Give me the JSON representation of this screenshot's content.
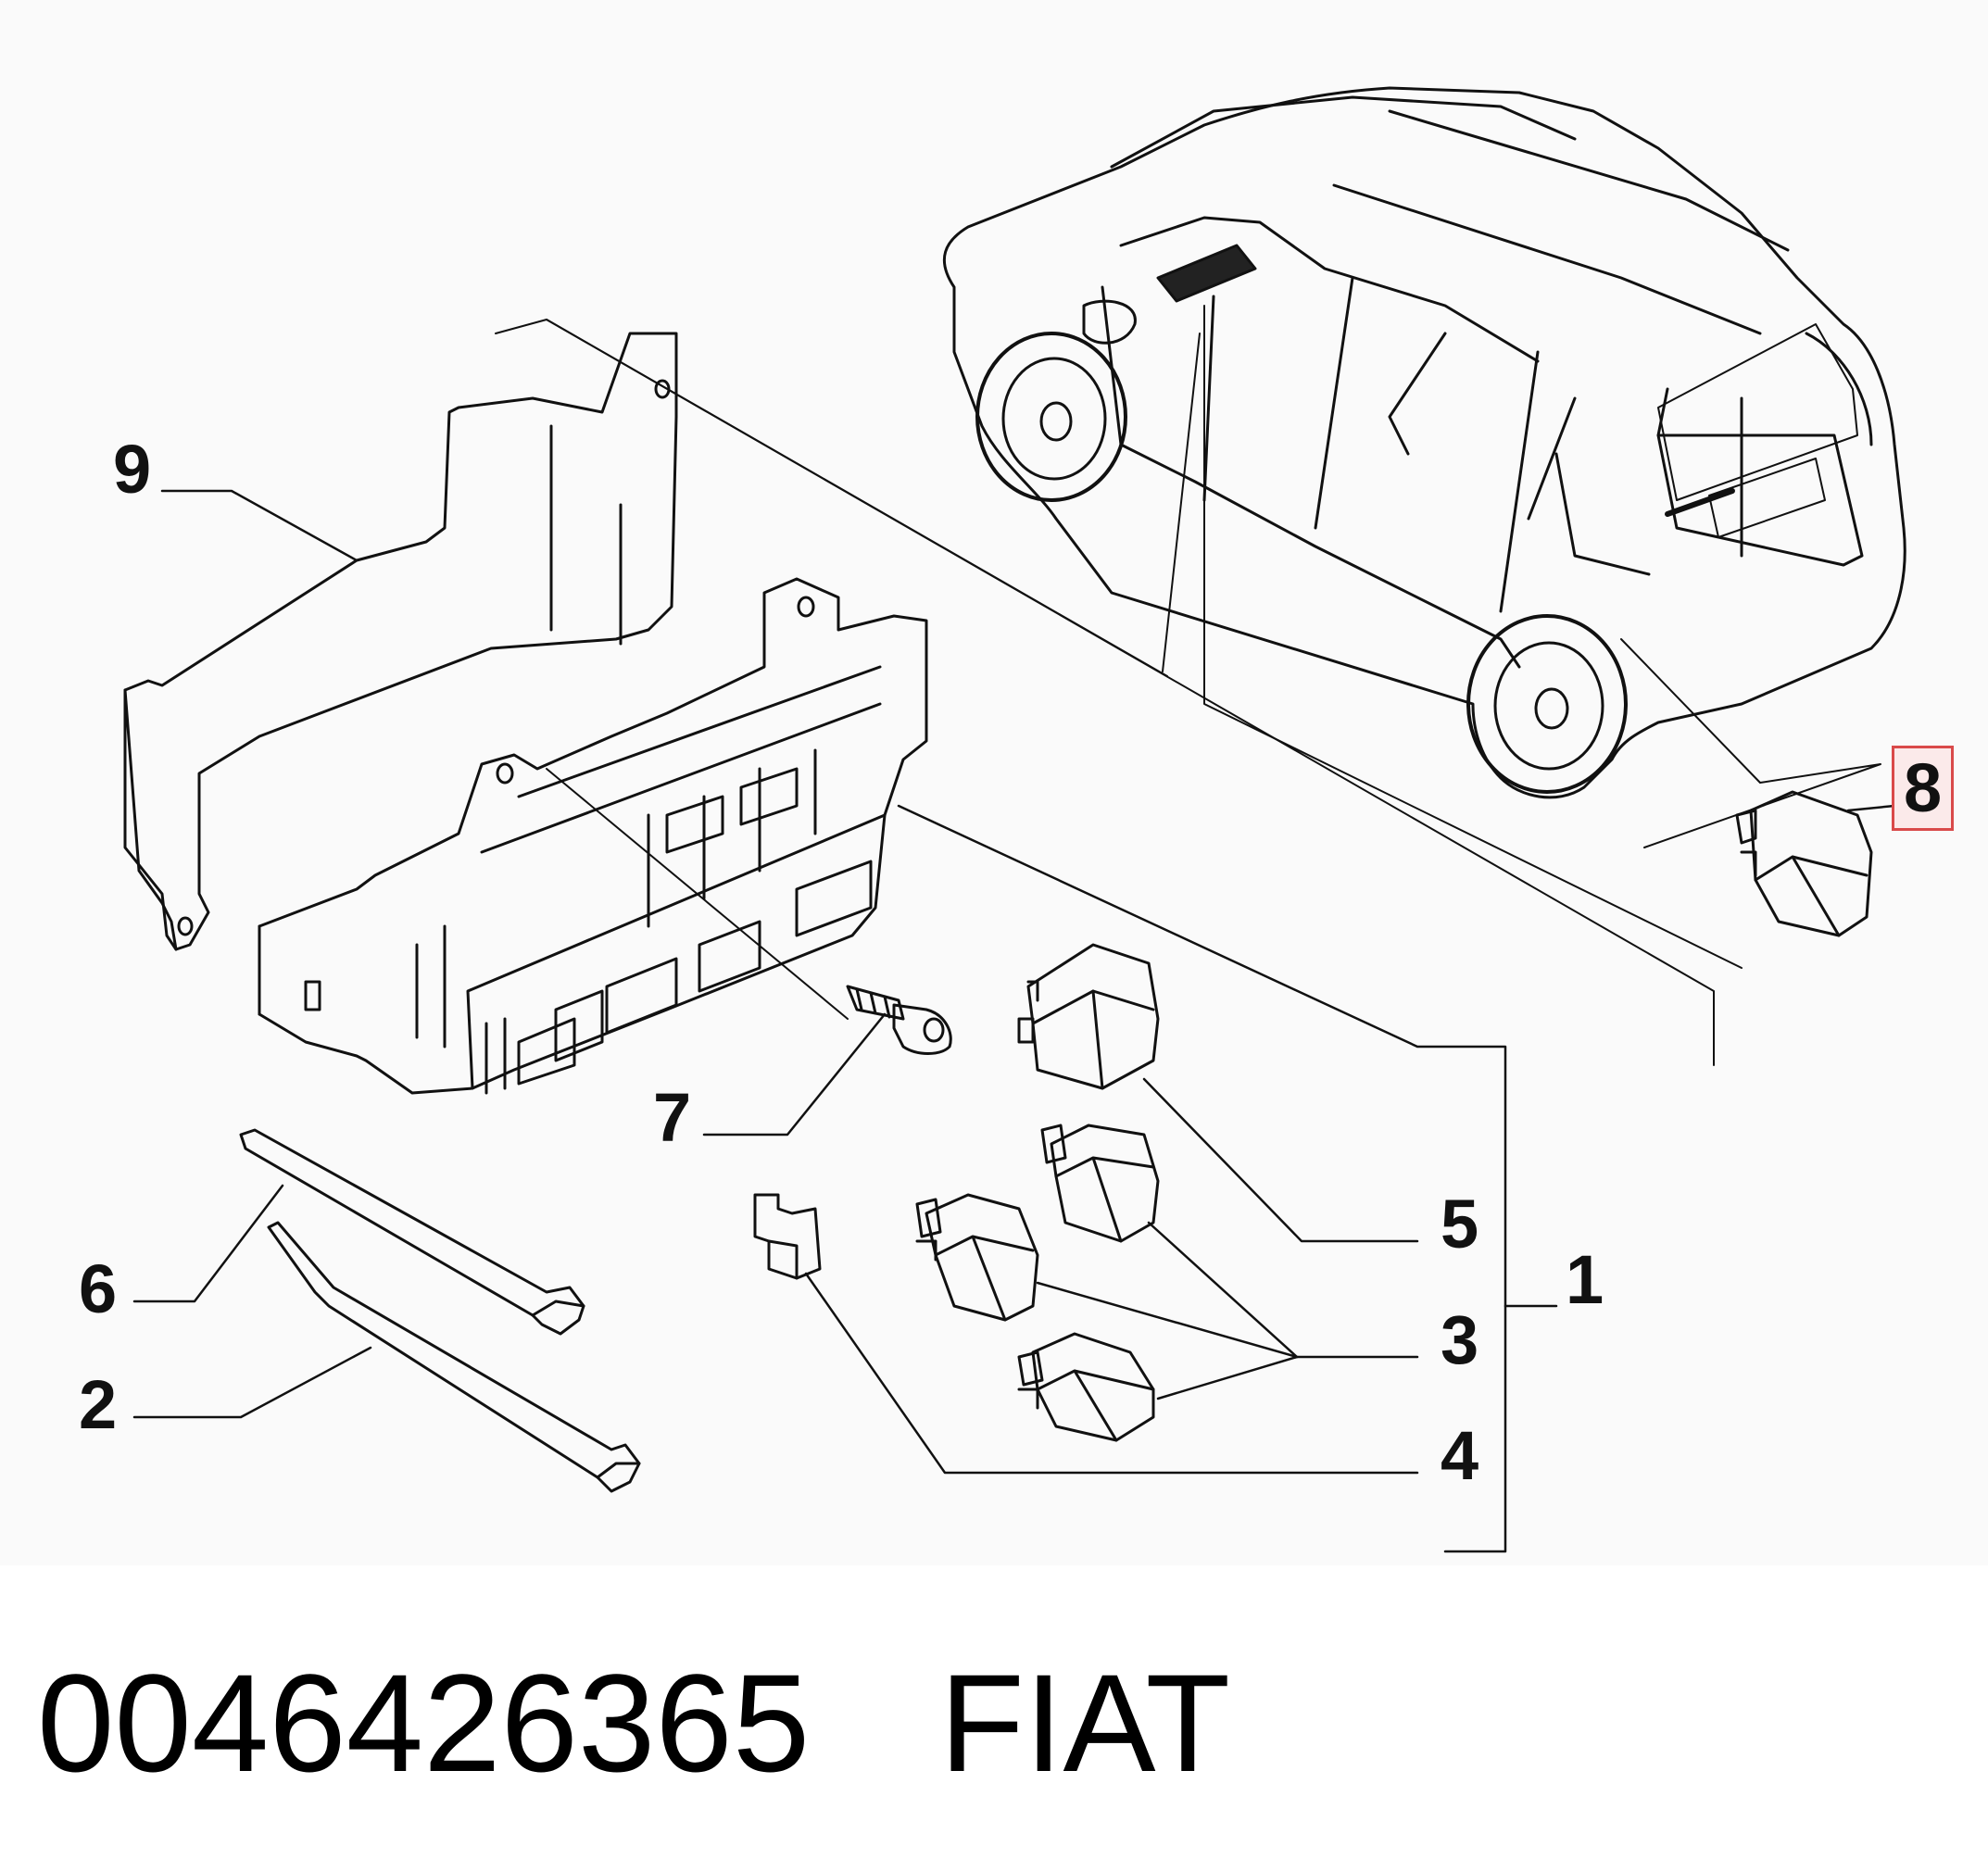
{
  "diagram": {
    "callouts": [
      {
        "id": "9",
        "label": "9"
      },
      {
        "id": "8",
        "label": "8",
        "highlighted": true
      },
      {
        "id": "7",
        "label": "7"
      },
      {
        "id": "6",
        "label": "6"
      },
      {
        "id": "5",
        "label": "5"
      },
      {
        "id": "1",
        "label": "1"
      },
      {
        "id": "3",
        "label": "3"
      },
      {
        "id": "2",
        "label": "2"
      },
      {
        "id": "4",
        "label": "4"
      }
    ],
    "colors": {
      "line": "#111111",
      "highlight_border": "#d94a4a",
      "highlight_fill": "#fbeaea",
      "background": "#fafafa"
    }
  },
  "caption": {
    "part_number": "0046426365",
    "brand": "FIAT"
  }
}
